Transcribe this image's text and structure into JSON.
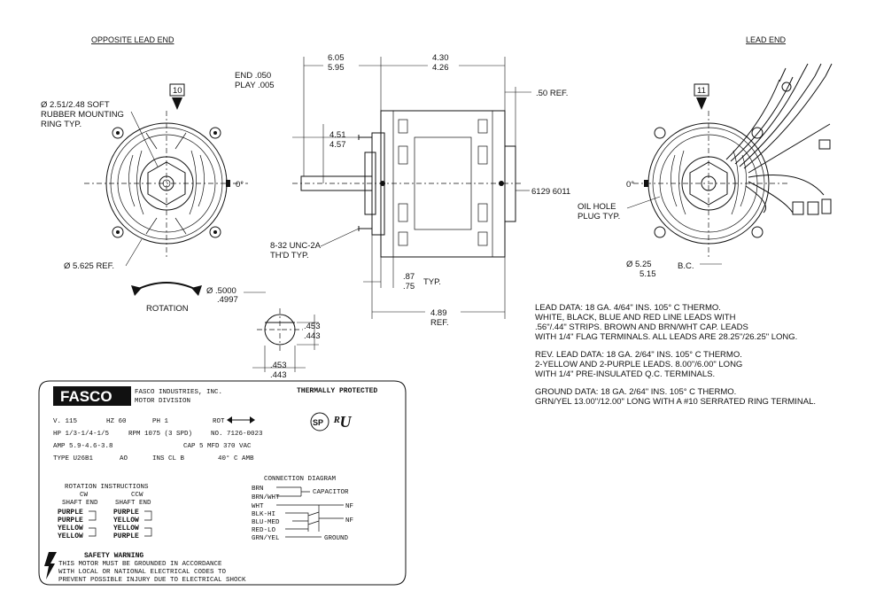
{
  "headers": {
    "opposite_lead_end": "OPPOSITE LEAD END",
    "lead_end": "LEAD END"
  },
  "opposite_end_view": {
    "tag": "10",
    "mounting_ring": [
      "Ø 2.51/2.48 SOFT",
      "RUBBER MOUNTING",
      "RING TYP."
    ],
    "angle_label": "0°",
    "diameter_ref": "Ø 5.625 REF.",
    "rotation_label": "ROTATION"
  },
  "side_view": {
    "end_play": [
      "END  .050",
      "PLAY .005"
    ],
    "dim_top_left": [
      "6.05",
      "5.95"
    ],
    "dim_top_right": [
      "4.30",
      "4.26"
    ],
    "ref_50": ".50 REF.",
    "dim_451": [
      "4.51",
      "4.57"
    ],
    "thread": [
      "8-32 UNC-2A",
      "TH'D TYP."
    ],
    "part_numbers": "6129 6011",
    "dim_87": [
      ".87",
      ".75"
    ],
    "typ": "TYP.",
    "dim_489": [
      "4.89",
      "REF."
    ],
    "shaft_dia": [
      "Ø .5000",
      ".4997"
    ],
    "flat_dim_v": [
      ".453",
      ".443"
    ],
    "flat_dim_h": [
      ".453",
      ".443"
    ]
  },
  "lead_end_view": {
    "tag": "11",
    "angle_label": "0°",
    "oil_hole": [
      "OIL HOLE",
      "PLUG TYP."
    ],
    "bolt_circle": [
      "Ø  5.25",
      "5.15"
    ],
    "bc_label": "B.C."
  },
  "notes": {
    "lead_data": [
      "LEAD DATA:  18 GA. 4/64\" INS. 105° C THERMO.",
      "WHITE, BLACK, BLUE AND RED LINE LEADS WITH",
      ".56\"/.44\" STRIPS.  BROWN AND BRN/WHT CAP. LEADS",
      "WITH 1/4\" FLAG TERMINALS.  ALL LEADS ARE 28.25\"/26.25\" LONG."
    ],
    "rev_lead_data": [
      "REV. LEAD DATA:  18 GA. 2/64\" INS. 105° C THERMO.",
      "2-YELLOW AND 2-PURPLE LEADS.  8.00\"/6.00\" LONG",
      "WITH 1/4\" PRE-INSULATED Q.C. TERMINALS."
    ],
    "ground_data": [
      "GROUND DATA:  18 GA. 2/64\" INS. 105° C THERMO.",
      "GRN/YEL 13.00\"/12.00\" LONG WITH A #10 SERRATED RING TERMINAL."
    ]
  },
  "nameplate": {
    "logo": "FASCO",
    "company": [
      "FASCO INDUSTRIES, INC.",
      "MOTOR DIVISION"
    ],
    "thermally_protected": "THERMALLY PROTECTED",
    "row1": {
      "v": "V. 115",
      "hz": "HZ 60",
      "ph": "PH 1",
      "rot": "ROT"
    },
    "row2": {
      "hp": "HP 1/3-1/4-1/5",
      "rpm": "RPM 1075 (3 SPD)",
      "no": "NO. 7126-0023"
    },
    "row3": {
      "amp": "AMP 5.9-4.6-3.8",
      "cap": "CAP 5 MFD 370 VAC"
    },
    "row4": {
      "type": "TYPE U26B1",
      "ao": "AO",
      "ins": "INS CL B",
      "temp": "40° C AMB"
    },
    "rotation_instructions": {
      "title": "ROTATION  INSTRUCTIONS",
      "cw": "CW",
      "ccw": "CCW",
      "shaft_end_left": "SHAFT END",
      "shaft_end_right": "SHAFT END",
      "left": [
        "PURPLE",
        "PURPLE",
        "YELLOW",
        "YELLOW"
      ],
      "right": [
        "PURPLE",
        "YELLOW",
        "YELLOW",
        "PURPLE"
      ]
    },
    "connection": {
      "title": "CONNECTION DIAGRAM",
      "leads": [
        "BRN",
        "BRN/WHT",
        "WHT",
        "BLK-HI",
        "BLU-MED",
        "RED-LO",
        "GRN/YEL"
      ],
      "capacitor": "CAPACITOR",
      "nf1": "NF",
      "nf2": "NF",
      "ground": "GROUND"
    },
    "safety": {
      "title": "SAFETY  WARNING",
      "lines": [
        "THIS MOTOR MUST BE GROUNDED IN ACCORDANCE",
        "WITH LOCAL OR NATIONAL ELECTRICAL CODES TO",
        "PREVENT POSSIBLE INJURY DUE TO ELECTRICAL SHOCK"
      ]
    }
  }
}
